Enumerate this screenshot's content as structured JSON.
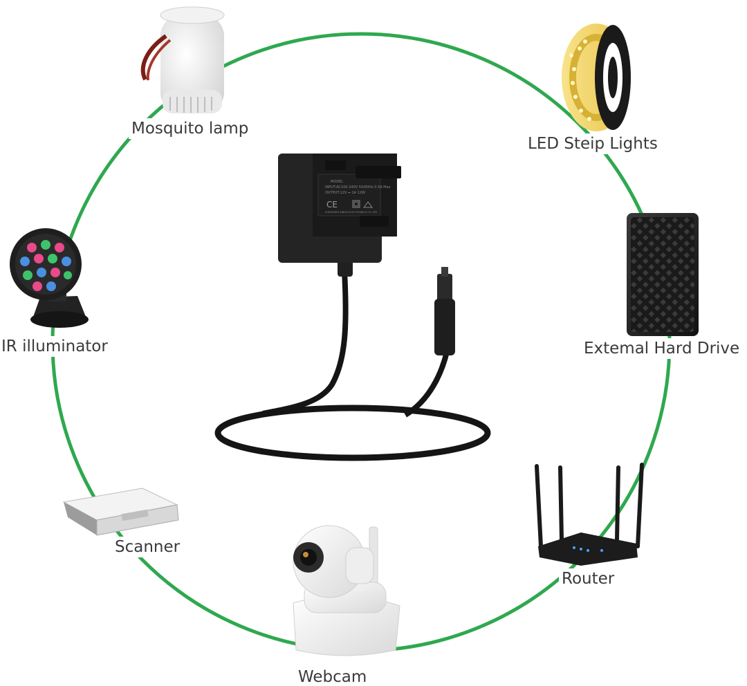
{
  "devices": {
    "mosquito_lamp": "Mosquito lamp",
    "led_strip": "LED Steip Lights",
    "ir_illuminator": "IR illuminator",
    "hard_drive": "Extemal Hard Drive",
    "scanner": "Scanner",
    "router": "Router",
    "webcam": "Webcam"
  },
  "adapter": {
    "label_lines": [
      "MODEL",
      "INPUT:AC100-240V 50/60Hz 0.5A Max",
      "OUTPUT:12V ⎓ 1A 12W",
      "CE",
      "SHENZHEN XINHUI ELECTRONICS CO.,LTD"
    ]
  },
  "colors": {
    "ring": "#2fa84f",
    "label_text": "#3a3a3a",
    "adapter_body": "#1f1f1f",
    "background": "#ffffff"
  }
}
